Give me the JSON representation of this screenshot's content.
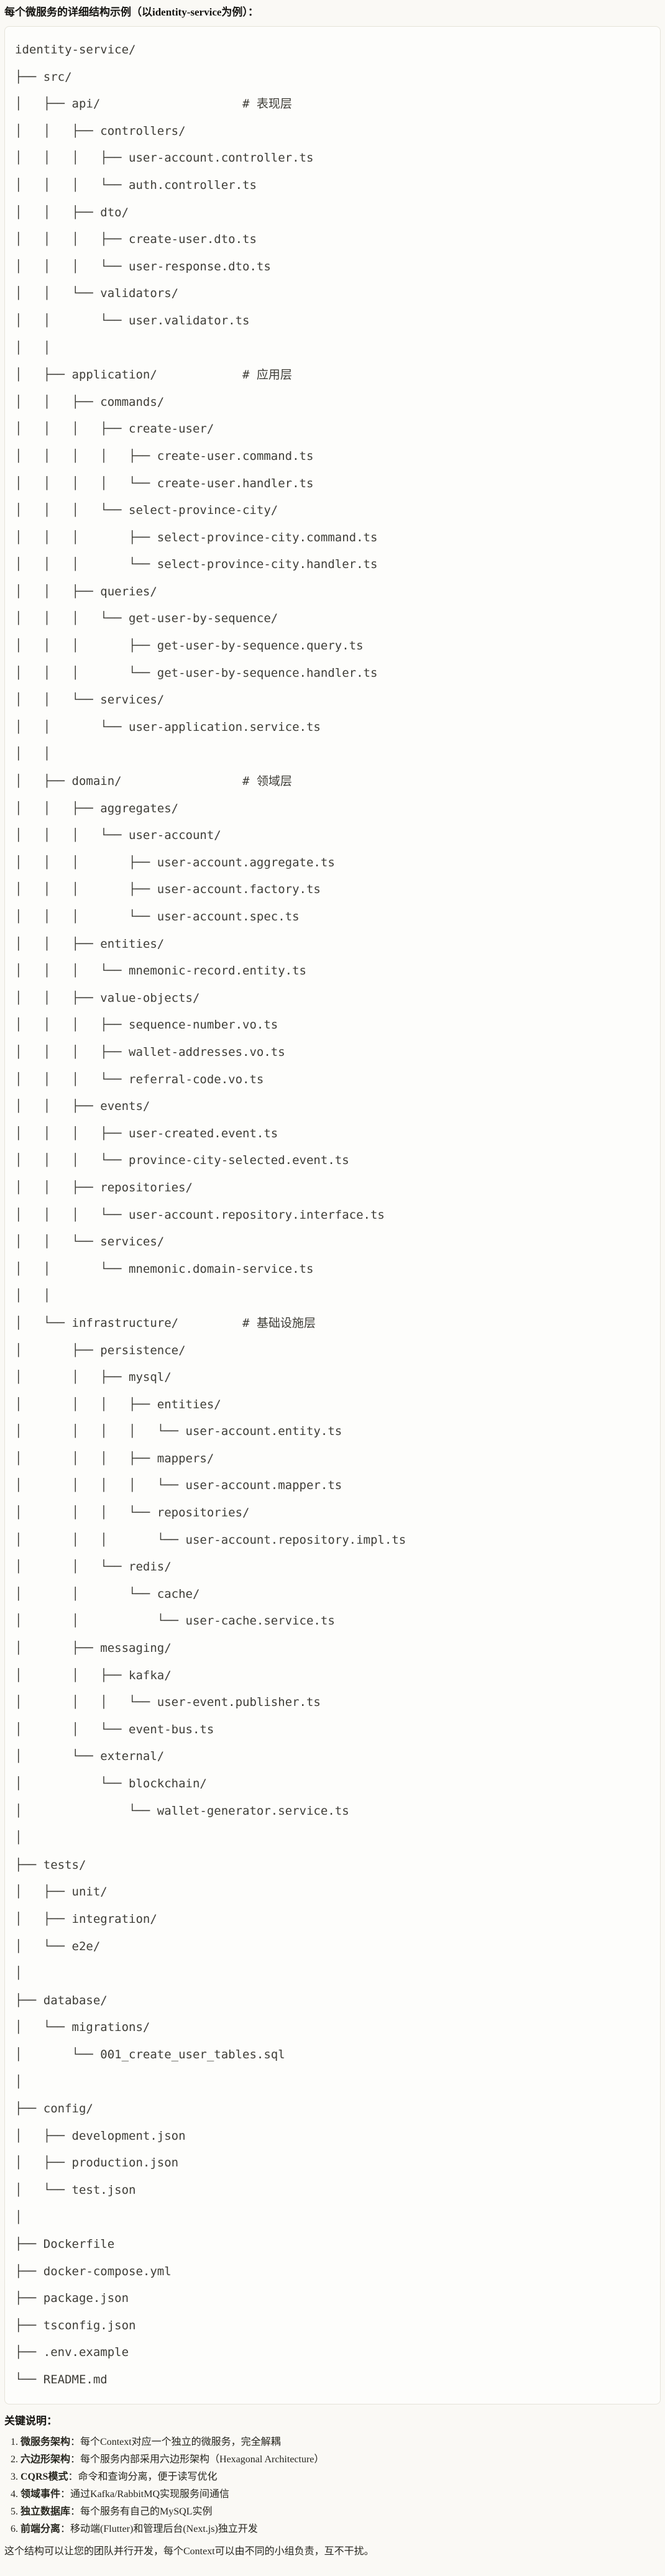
{
  "page": {
    "title": "每个微服务的详细结构示例（以identity-service为例）：",
    "colors": {
      "page_bg": "#FAF9F5",
      "code_bg": "#FDFDFB",
      "code_border": "#E5E3D9",
      "code_text": "#3E3D37",
      "body_text": "#26251E"
    }
  },
  "code_block": {
    "language": "plaintext",
    "lines": [
      "identity-service/",
      "├── src/",
      "│   ├── api/                    # 表现层",
      "│   │   ├── controllers/",
      "│   │   │   ├── user-account.controller.ts",
      "│   │   │   └── auth.controller.ts",
      "│   │   ├── dto/",
      "│   │   │   ├── create-user.dto.ts",
      "│   │   │   └── user-response.dto.ts",
      "│   │   └── validators/",
      "│   │       └── user.validator.ts",
      "│   │",
      "│   ├── application/            # 应用层",
      "│   │   ├── commands/",
      "│   │   │   ├── create-user/",
      "│   │   │   │   ├── create-user.command.ts",
      "│   │   │   │   └── create-user.handler.ts",
      "│   │   │   └── select-province-city/",
      "│   │   │       ├── select-province-city.command.ts",
      "│   │   │       └── select-province-city.handler.ts",
      "│   │   ├── queries/",
      "│   │   │   └── get-user-by-sequence/",
      "│   │   │       ├── get-user-by-sequence.query.ts",
      "│   │   │       └── get-user-by-sequence.handler.ts",
      "│   │   └── services/",
      "│   │       └── user-application.service.ts",
      "│   │",
      "│   ├── domain/                 # 领域层",
      "│   │   ├── aggregates/",
      "│   │   │   └── user-account/",
      "│   │   │       ├── user-account.aggregate.ts",
      "│   │   │       ├── user-account.factory.ts",
      "│   │   │       └── user-account.spec.ts",
      "│   │   ├── entities/",
      "│   │   │   └── mnemonic-record.entity.ts",
      "│   │   ├── value-objects/",
      "│   │   │   ├── sequence-number.vo.ts",
      "│   │   │   ├── wallet-addresses.vo.ts",
      "│   │   │   └── referral-code.vo.ts",
      "│   │   ├── events/",
      "│   │   │   ├── user-created.event.ts",
      "│   │   │   └── province-city-selected.event.ts",
      "│   │   ├── repositories/",
      "│   │   │   └── user-account.repository.interface.ts",
      "│   │   └── services/",
      "│   │       └── mnemonic.domain-service.ts",
      "│   │",
      "│   └── infrastructure/         # 基础设施层",
      "│       ├── persistence/",
      "│       │   ├── mysql/",
      "│       │   │   ├── entities/",
      "│       │   │   │   └── user-account.entity.ts",
      "│       │   │   ├── mappers/",
      "│       │   │   │   └── user-account.mapper.ts",
      "│       │   │   └── repositories/",
      "│       │   │       └── user-account.repository.impl.ts",
      "│       │   └── redis/",
      "│       │       └── cache/",
      "│       │           └── user-cache.service.ts",
      "│       ├── messaging/",
      "│       │   ├── kafka/",
      "│       │   │   └── user-event.publisher.ts",
      "│       │   └── event-bus.ts",
      "│       └── external/",
      "│           └── blockchain/",
      "│               └── wallet-generator.service.ts",
      "│",
      "├── tests/",
      "│   ├── unit/",
      "│   ├── integration/",
      "│   └── e2e/",
      "│",
      "├── database/",
      "│   └── migrations/",
      "│       └── 001_create_user_tables.sql",
      "│",
      "├── config/",
      "│   ├── development.json",
      "│   ├── production.json",
      "│   └── test.json",
      "│",
      "├── Dockerfile",
      "├── docker-compose.yml",
      "├── package.json",
      "├── tsconfig.json",
      "├── .env.example",
      "└── README.md"
    ]
  },
  "notes": {
    "heading": "关键说明：",
    "items": [
      {
        "num": "1. ",
        "term": "微服务架构",
        "rest": "：每个Context对应一个独立的微服务，完全解耦"
      },
      {
        "num": "2. ",
        "term": "六边形架构",
        "rest": "：每个服务内部采用六边形架构（Hexagonal Architecture）"
      },
      {
        "num": "3. ",
        "term": "CQRS模式",
        "rest": "：命令和查询分离，便于读写优化"
      },
      {
        "num": "4. ",
        "term": "领域事件",
        "rest": "：通过Kafka/RabbitMQ实现服务间通信"
      },
      {
        "num": "5. ",
        "term": "独立数据库",
        "rest": "：每个服务有自己的MySQL实例"
      },
      {
        "num": "6. ",
        "term": "前端分离",
        "rest": "：移动端(Flutter)和管理后台(Next.js)独立开发"
      }
    ],
    "footer": "这个结构可以让您的团队并行开发，每个Context可以由不同的小组负责，互不干扰。"
  }
}
